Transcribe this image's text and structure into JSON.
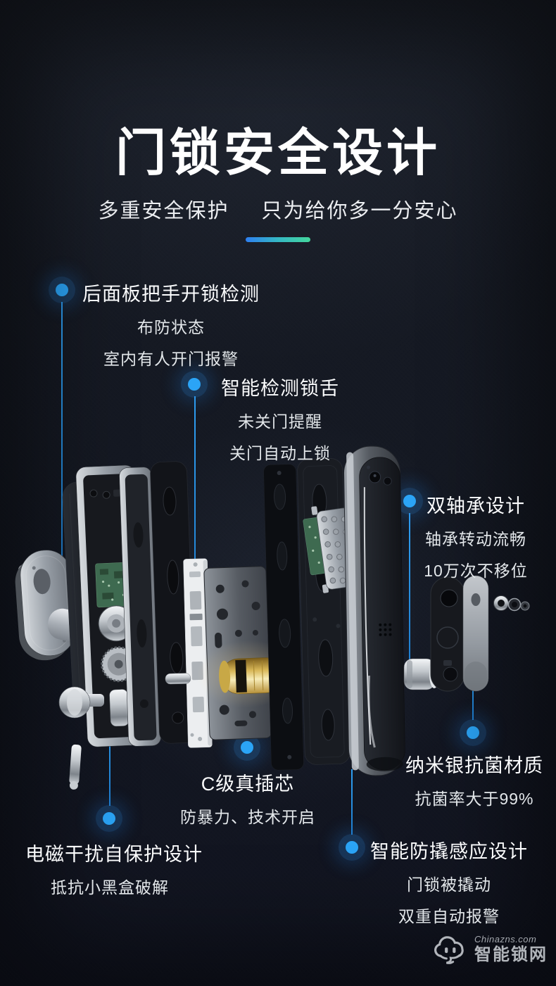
{
  "theme": {
    "background": "#141822",
    "accent_blue": "#2ba4f6",
    "accent_green": "#44d79d",
    "text_primary": "#ffffff",
    "text_secondary": "#e3e7ea",
    "brass": "#e8c96a"
  },
  "header": {
    "title": "门锁安全设计",
    "subtitle_left": "多重安全保护",
    "subtitle_right": "只为给你多一分安心"
  },
  "callouts": [
    {
      "id": "rear-handle-detection",
      "title": "后面板把手开锁检测",
      "lines": [
        "布防状态",
        "室内有人开门报警"
      ]
    },
    {
      "id": "bolt-detection",
      "title": "智能检测锁舌",
      "lines": [
        "未关门提醒",
        "关门自动上锁"
      ]
    },
    {
      "id": "dual-bearing",
      "title": "双轴承设计",
      "lines": [
        "轴承转动流畅",
        "10万次不移位"
      ]
    },
    {
      "id": "c-grade-cylinder",
      "title": "C级真插芯",
      "lines": [
        "防暴力、技术开启"
      ]
    },
    {
      "id": "emi-self-protection",
      "title": "电磁干扰自保护设计",
      "lines": [
        "抵抗小黑盒破解"
      ]
    },
    {
      "id": "nano-silver",
      "title": "纳米银抗菌材质",
      "lines": [
        "抗菌率大于99%"
      ]
    },
    {
      "id": "anti-tamper",
      "title": "智能防撬感应设计",
      "lines": [
        "门锁被撬动",
        "双重自动报警"
      ]
    }
  ],
  "footer": {
    "brand_en": "Chinazns.com",
    "brand_cn": "智能锁网"
  }
}
